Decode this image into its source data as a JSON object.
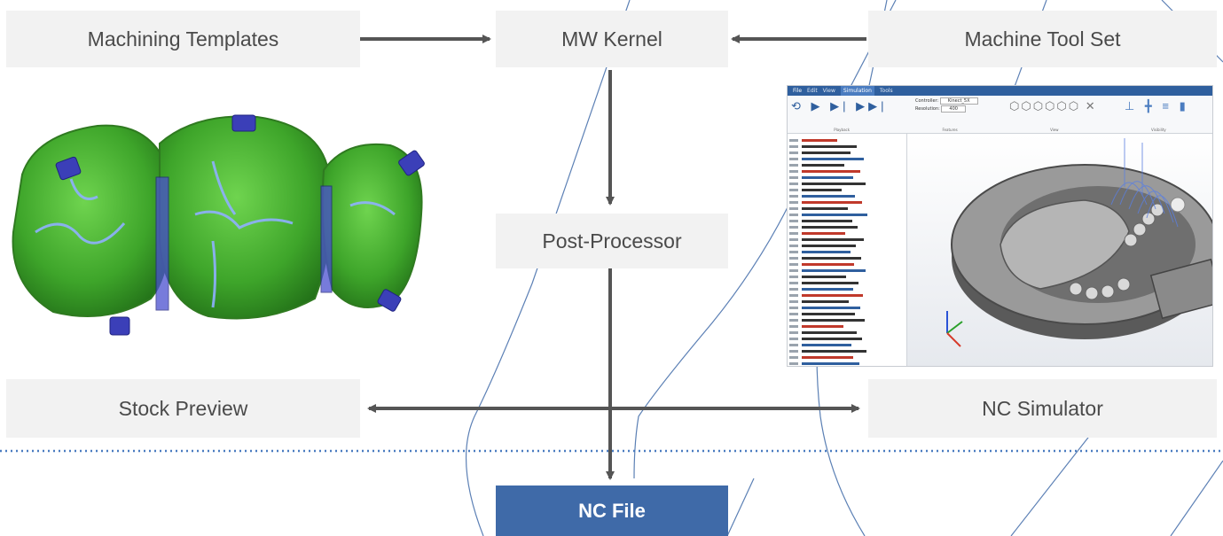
{
  "nodes": {
    "machining_templates": "Machining Templates",
    "mw_kernel": "MW Kernel",
    "machine_tool_set": "Machine Tool Set",
    "post_processor": "Post-Processor",
    "stock_preview": "Stock Preview",
    "nc_simulator": "NC Simulator",
    "nc_file": "NC File"
  },
  "simulator": {
    "tabs": [
      "File",
      "Edit",
      "View",
      "Simulation",
      "Tools"
    ],
    "controller_label": "Controller:",
    "controller_value": "Kinect_5X",
    "resolution_label": "Resolution:",
    "resolution_value": "400",
    "groups": [
      "Playback",
      "Features",
      "View",
      "Visibility"
    ]
  },
  "colors": {
    "node_fill": "#f2f2f2",
    "node_text": "#4a4a4a",
    "primary_fill": "#3f6aa8",
    "arrow": "#555555",
    "separator": "#4a7cc0",
    "deco_line": "#3f6aa8",
    "tooth_green": "#3ea52a",
    "tooth_blue": "#3b3fb8"
  }
}
